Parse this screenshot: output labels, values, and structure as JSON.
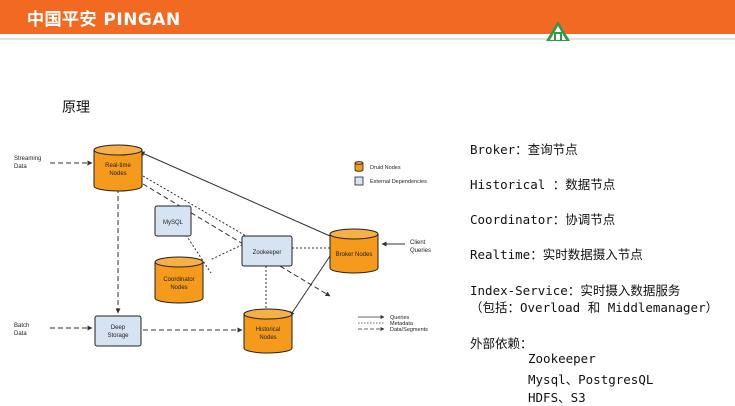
{
  "header": {
    "brand": "中国平安 PINGAN",
    "accent_color": "#f26a21",
    "logo_icon": "pingan-logo-icon"
  },
  "slide": {
    "title": "原理"
  },
  "diagram": {
    "legend": {
      "druid_nodes": "Druid Nodes",
      "external_dependencies": "External Dependencies",
      "queries": "Queries",
      "metadata": "Metadata",
      "data_segments": "Data/Segments"
    },
    "inputs": {
      "streaming_1": "Streaming",
      "streaming_2": "Data",
      "batch_1": "Batch",
      "batch_2": "Data",
      "client_1": "Client",
      "client_2": "Queries"
    },
    "nodes": {
      "realtime_1": "Real-time",
      "realtime_2": "Nodes",
      "mysql": "MySQL",
      "zookeeper": "Zookeeper",
      "coordinator_1": "Coordinator",
      "coordinator_2": "Nodes",
      "broker": "Broker Nodes",
      "deep_storage_1": "Deep",
      "deep_storage_2": "Storage",
      "historical_1": "Historical",
      "historical_2": "Nodes"
    },
    "colors": {
      "druid_node": "#f59a1b",
      "external_dependency": "#d6e3f2"
    }
  },
  "descriptions": {
    "broker": "Broker：查询节点",
    "historical": "Historical ：数据节点",
    "coordinator": "Coordinator：协调节点",
    "realtime": "Realtime：实时数据摄入节点",
    "index_service": "Index-Service：实时摄入数据服务",
    "index_service_note": "（包括：Overload 和 Middlemanager）",
    "external_title": "外部依赖：",
    "deps": [
      "Zookeeper",
      "Mysql、PostgresQL",
      "HDFS、S3"
    ]
  }
}
